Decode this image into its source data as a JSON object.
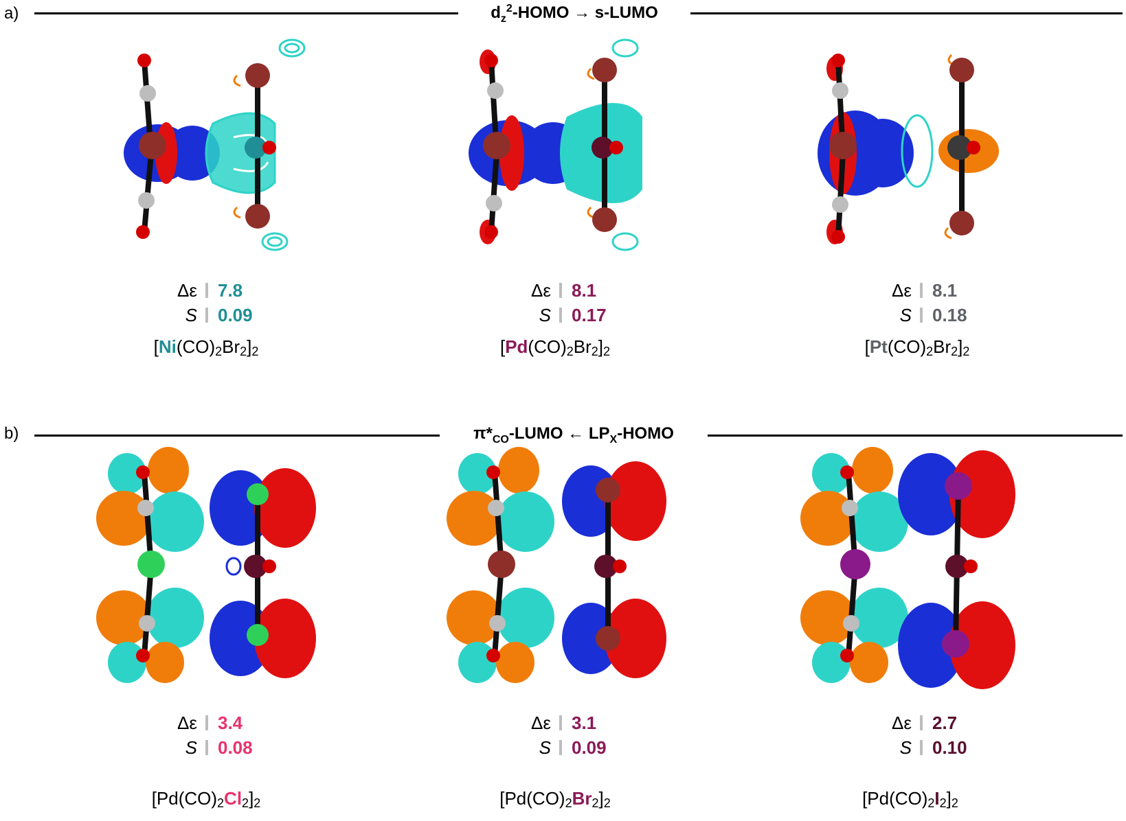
{
  "sections": [
    {
      "label": "a)",
      "title": {
        "pre": "d",
        "sub": "z",
        "sup": "2",
        "mid": "-HOMO",
        "arrow": " → ",
        "post": "s-LUMO"
      },
      "panels": [
        {
          "metal": "Ni",
          "metal_color": "#1f8f95",
          "de_label": "Δε",
          "de": "7.8",
          "s_label": "S",
          "s": "0.09",
          "formula": {
            "open": "[",
            "metal": "Ni",
            "rest1": "(CO)",
            "n1": "2",
            "rest2": "Br",
            "n2": "2",
            "close": "]",
            "n3": "2"
          }
        },
        {
          "metal": "Pd",
          "metal_color": "#8b1a57",
          "de_label": "Δε",
          "de": "8.1",
          "s_label": "S",
          "s": "0.17",
          "formula": {
            "open": "[",
            "metal": "Pd",
            "rest1": "(CO)",
            "n1": "2",
            "rest2": "Br",
            "n2": "2",
            "close": "]",
            "n3": "2"
          }
        },
        {
          "metal": "Pt",
          "metal_color": "#5f6368",
          "de_label": "Δε",
          "de": "8.1",
          "s_label": "S",
          "s": "0.18",
          "formula": {
            "open": "[",
            "metal": "Pt",
            "rest1": "(CO)",
            "n1": "2",
            "rest2": "Br",
            "n2": "2",
            "close": "]",
            "n3": "2"
          }
        }
      ]
    },
    {
      "label": "b)",
      "title": {
        "pre": "π*",
        "sub": "CO",
        "mid": "-LUMO",
        "arrow": " ← ",
        "post": "LP",
        "sub2": "X",
        "post2": "-HOMO"
      },
      "panels": [
        {
          "halide": "Cl",
          "halide_color": "#e8336d",
          "de_label": "Δε",
          "de": "3.4",
          "s_label": "S",
          "s": "0.08",
          "formula": {
            "pre": "[Pd(CO)",
            "n1": "2",
            "halide": "Cl",
            "n2": "2",
            "close": "]",
            "n3": "2"
          }
        },
        {
          "halide": "Br",
          "halide_color": "#8b1a57",
          "de_label": "Δε",
          "de": "3.1",
          "s_label": "S",
          "s": "0.09",
          "formula": {
            "pre": "[Pd(CO)",
            "n1": "2",
            "halide": "Br",
            "n2": "2",
            "close": "]",
            "n3": "2"
          }
        },
        {
          "halide": "I",
          "halide_color": "#5a0f2e",
          "de_label": "Δε",
          "de": "2.7",
          "s_label": "S",
          "s": "0.10",
          "formula": {
            "pre": "[Pd(CO)",
            "n1": "2",
            "halide": "I",
            "n2": "2",
            "close": "]",
            "n3": "2"
          }
        }
      ]
    }
  ],
  "colors": {
    "orbital_blue": "#1a2fd6",
    "orbital_red": "#e01010",
    "orbital_cyan": "#2ed3c8",
    "orbital_orange": "#f07d0a",
    "atom_br": "#8e2f2a",
    "atom_o": "#d40000",
    "atom_c": "#bdbdbd",
    "atom_cl": "#2fd05a",
    "atom_i": "#8a1a8a",
    "atom_pd": "#5e0f2a",
    "atom_ni": "#1f8f95",
    "atom_pt": "#3a3a3a"
  }
}
